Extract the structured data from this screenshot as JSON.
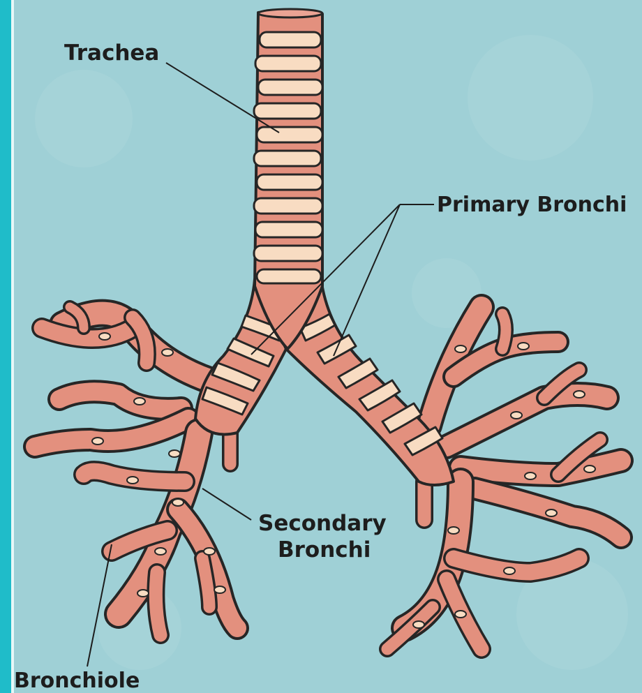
{
  "labels": {
    "trachea": "Trachea",
    "primary_bronchi": "Primary Bronchi",
    "secondary_bronchi_line1": "Secondary",
    "secondary_bronchi_line2": "Bronchi",
    "bronchiole": "Bronchiole"
  },
  "colors": {
    "background": "#9fd0d6",
    "frame_accent": "#1fbcc9",
    "tissue": "#e3907e",
    "cartilage": "#f8dcc2",
    "outline": "#262626",
    "text": "#1d1d1d"
  }
}
